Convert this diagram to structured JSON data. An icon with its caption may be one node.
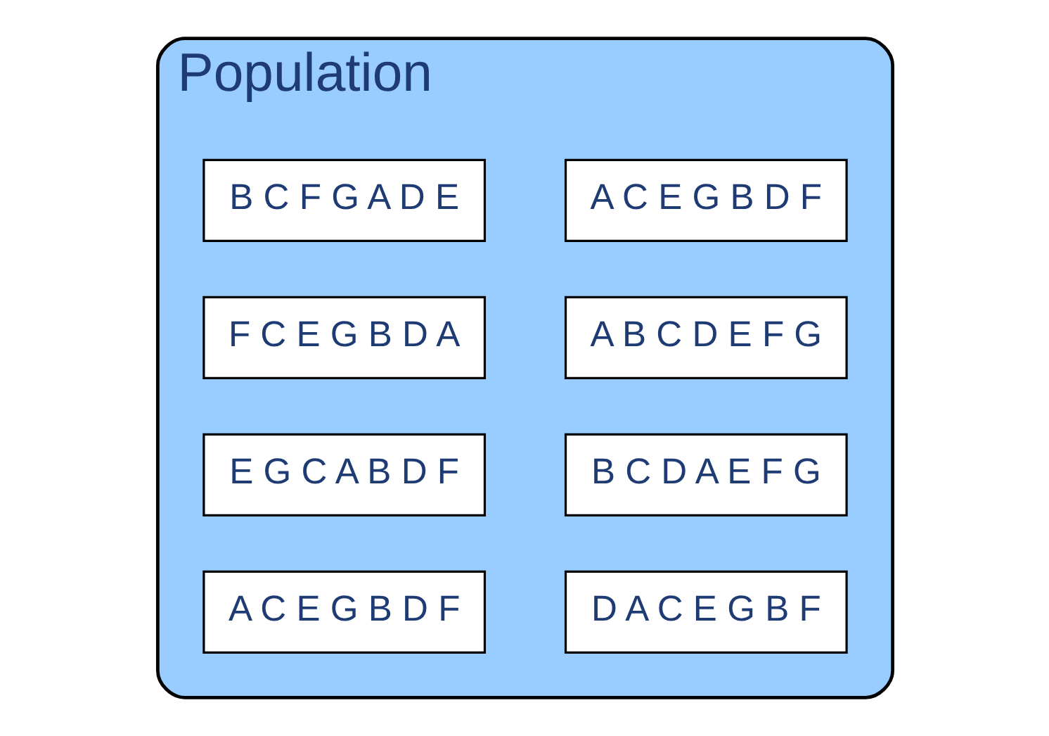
{
  "diagram": {
    "nodes": [
      {
        "text": [
          "Population"
        ]
      },
      {
        "text": [
          "A C E G B D F"
        ],
        "in": 0
      },
      {
        "text": [
          "B C F G A D E"
        ],
        "in": 0
      },
      {
        "text": [
          "A B C D E F G"
        ],
        "in": 0
      },
      {
        "text": [
          "F C E G B D A"
        ],
        "in": 0
      },
      {
        "text": [
          "B C D A E F G"
        ],
        "in": 0
      },
      {
        "text": [
          "E G C A B D F"
        ],
        "in": 0
      },
      {
        "text": [
          "D A C E G B F"
        ],
        "in": 0
      },
      {
        "text": [
          "A C E G B D F"
        ],
        "in": 0
      }
    ]
  }
}
